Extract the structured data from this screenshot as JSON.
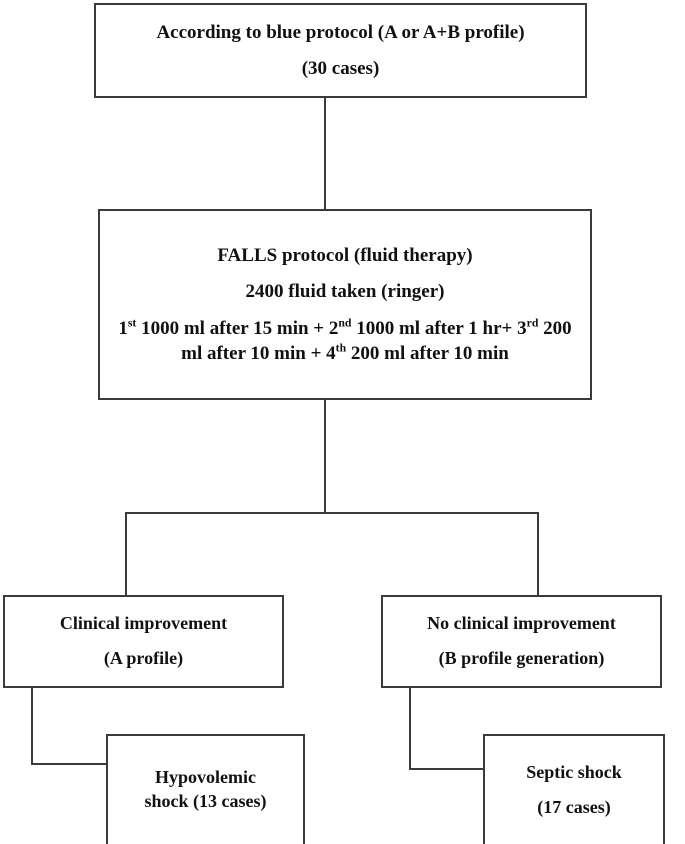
{
  "diagram": {
    "title": "FALLS protocol patient flow",
    "type": "flowchart",
    "stroke_color": "#3b3b3b",
    "background_color": "#ffffff",
    "text_color": "#111111"
  },
  "nodes": {
    "blue_protocol": {
      "line1": "According to blue protocol (A or A+B profile)",
      "line2": "(30 cases)"
    },
    "falls_protocol": {
      "line1": "FALLS protocol (fluid therapy)",
      "line2": "2400 fluid taken (ringer)",
      "detail_prefix_1": "1",
      "detail_sup_1": "st",
      "detail_mid_1": " 1000 ml after 15 min + 2",
      "detail_sup_2": "nd",
      "detail_mid_2": " 1000 ml after 1 hr+ 3",
      "detail_sup_3": "rd",
      "detail_mid_3": " 200 ml after 10 min + 4",
      "detail_sup_4": "th",
      "detail_mid_4": " 200 ml after 10 min"
    },
    "clinical_improvement": {
      "line1": "Clinical improvement",
      "line2": "(A profile)"
    },
    "no_clinical_improvement": {
      "line1": "No clinical improvement",
      "line2": "(B profile generation)"
    },
    "hypovolemic_shock": {
      "line1": "Hypovolemic",
      "line2": "shock (13 cases)"
    },
    "septic_shock": {
      "line1": "Septic shock",
      "line2": "(17 cases)"
    }
  },
  "chart_data": {
    "type": "flowchart",
    "title": "FALLS protocol patient flow",
    "total_cases": 30,
    "outcomes": [
      {
        "label": "Hypovolemic shock",
        "branch": "Clinical improvement (A profile)",
        "cases": 13
      },
      {
        "label": "Septic shock",
        "branch": "No clinical improvement (B profile generation)",
        "cases": 17
      }
    ],
    "fluid_total_ml": 2400,
    "fluid_type": "ringer",
    "fluid_steps": [
      {
        "order": "1st",
        "volume_ml": 1000,
        "after": "15 min"
      },
      {
        "order": "2nd",
        "volume_ml": 1000,
        "after": "1 hr"
      },
      {
        "order": "3rd",
        "volume_ml": 200,
        "after": "10 min"
      },
      {
        "order": "4th",
        "volume_ml": 200,
        "after": "10 min"
      }
    ]
  }
}
